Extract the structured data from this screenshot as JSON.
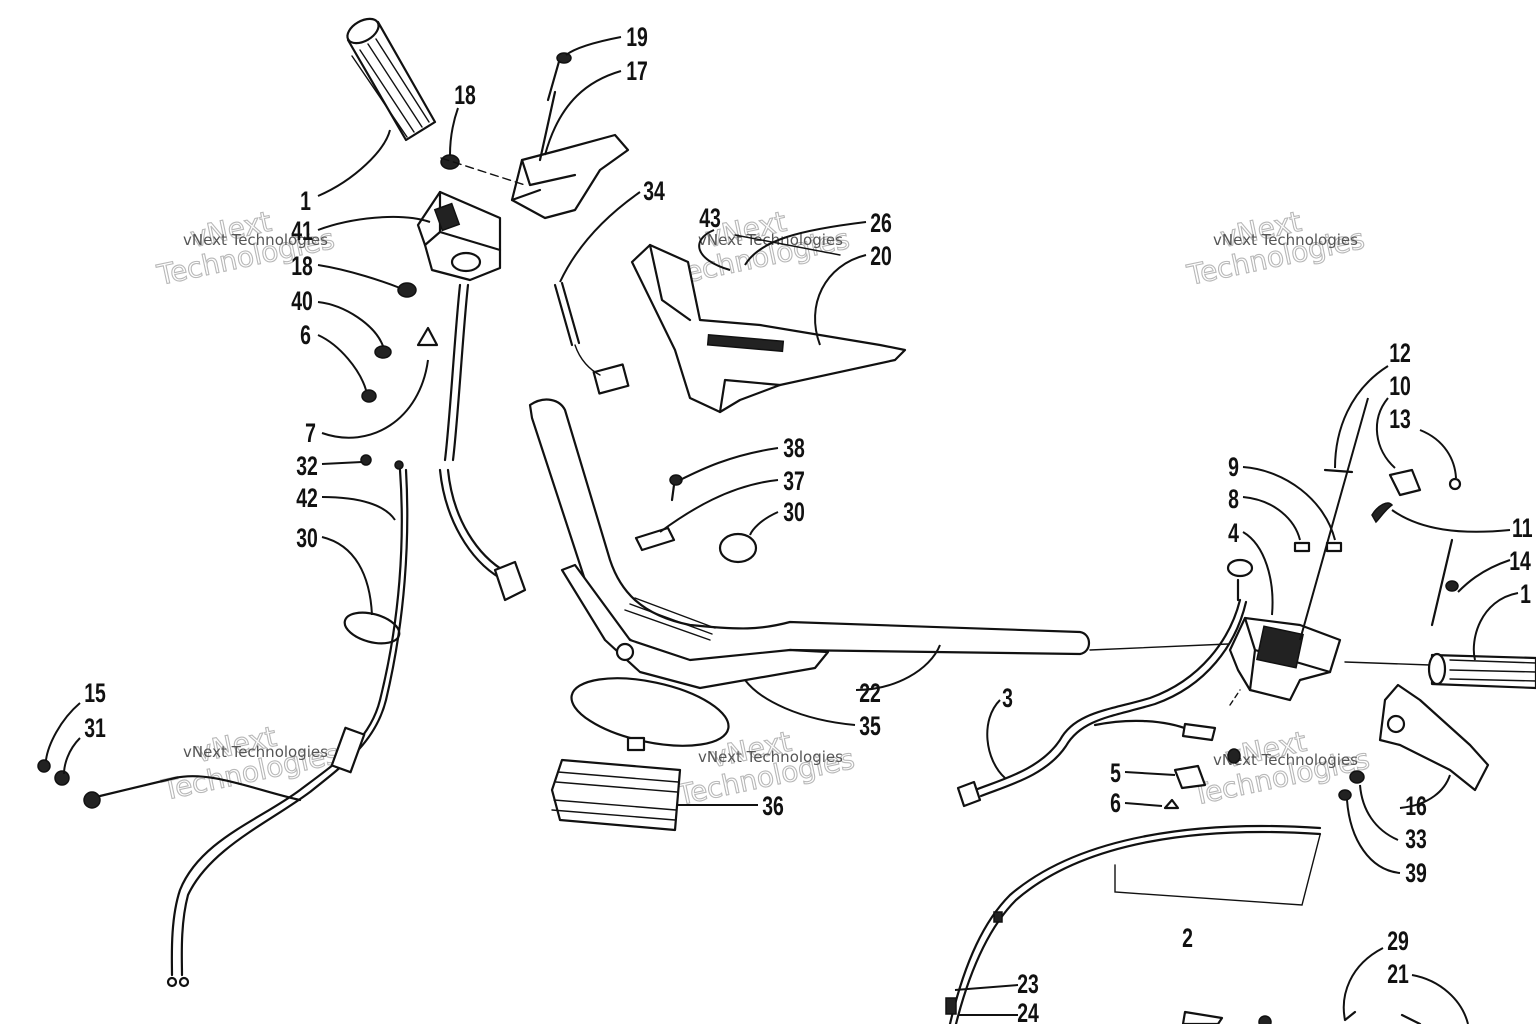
{
  "callouts": [
    {
      "label": "19"
    },
    {
      "label": "17"
    },
    {
      "label": "18"
    },
    {
      "label": "1"
    },
    {
      "label": "41"
    },
    {
      "label": "18"
    },
    {
      "label": "40"
    },
    {
      "label": "6"
    },
    {
      "label": "7"
    },
    {
      "label": "34"
    },
    {
      "label": "43"
    },
    {
      "label": "26"
    },
    {
      "label": "20"
    },
    {
      "label": "32"
    },
    {
      "label": "42"
    },
    {
      "label": "30"
    },
    {
      "label": "38"
    },
    {
      "label": "37"
    },
    {
      "label": "30"
    },
    {
      "label": "12"
    },
    {
      "label": "10"
    },
    {
      "label": "13"
    },
    {
      "label": "9"
    },
    {
      "label": "8"
    },
    {
      "label": "4"
    },
    {
      "label": "11"
    },
    {
      "label": "14"
    },
    {
      "label": "1"
    },
    {
      "label": "22"
    },
    {
      "label": "35"
    },
    {
      "label": "36"
    },
    {
      "label": "3"
    },
    {
      "label": "15"
    },
    {
      "label": "31"
    },
    {
      "label": "5"
    },
    {
      "label": "6"
    },
    {
      "label": "16"
    },
    {
      "label": "33"
    },
    {
      "label": "39"
    },
    {
      "label": "2"
    },
    {
      "label": "29"
    },
    {
      "label": "21"
    },
    {
      "label": "23"
    },
    {
      "label": "24"
    }
  ],
  "watermark": {
    "small": "vNext Technologies",
    "big_top": "vNext",
    "big_bottom": "Technologies"
  }
}
